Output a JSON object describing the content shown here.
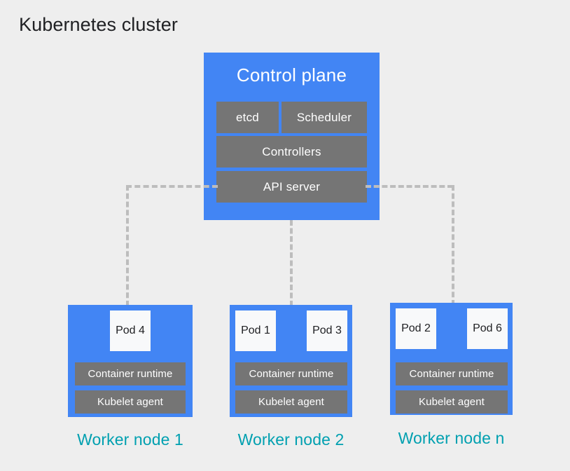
{
  "title": "Kubernetes cluster",
  "colors": {
    "background": "#eeeeee",
    "node_blue": "#4285f4",
    "component_grey": "#757575",
    "pod_white": "#f8f9fa",
    "caption_teal": "#00a0b0",
    "connector_grey": "#bdbdbd"
  },
  "control_plane": {
    "title": "Control plane",
    "components": [
      {
        "label": "etcd"
      },
      {
        "label": "Scheduler"
      },
      {
        "label": "Controllers"
      },
      {
        "label": "API server"
      }
    ]
  },
  "worker_nodes": [
    {
      "caption": "Worker node 1",
      "pods": [
        {
          "label": "Pod 4"
        }
      ],
      "runtime": "Container runtime",
      "kubelet": "Kubelet agent"
    },
    {
      "caption": "Worker node 2",
      "pods": [
        {
          "label": "Pod 1"
        },
        {
          "label": "Pod 3"
        }
      ],
      "runtime": "Container runtime",
      "kubelet": "Kubelet agent"
    },
    {
      "caption": "Worker node n",
      "pods": [
        {
          "label": "Pod 2"
        },
        {
          "label": "Pod 6"
        }
      ],
      "runtime": "Container runtime",
      "kubelet": "Kubelet agent"
    }
  ],
  "connectors": [
    {
      "name": "control-plane-to-worker-node-1",
      "style": "dashed"
    },
    {
      "name": "control-plane-to-worker-node-2",
      "style": "dashed"
    },
    {
      "name": "control-plane-to-worker-node-n",
      "style": "dashed"
    }
  ]
}
